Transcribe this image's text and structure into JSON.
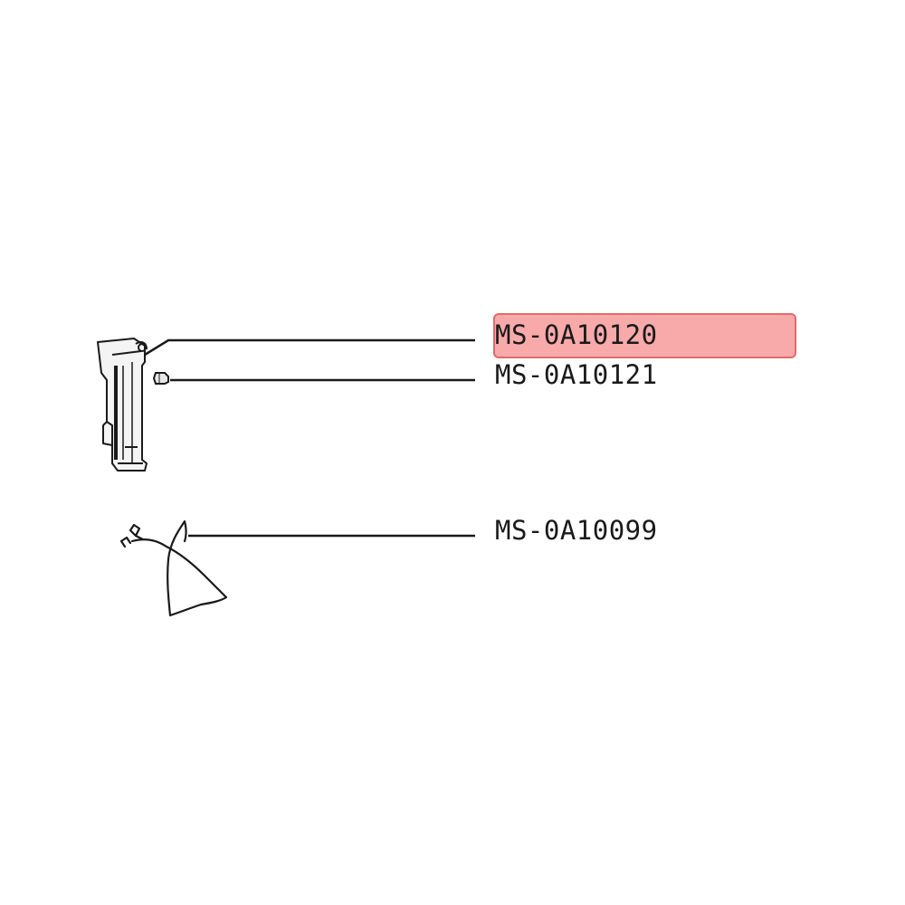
{
  "colors": {
    "line": "#1a1a1a",
    "highlight_fill": "#f8a9a9",
    "highlight_border": "#e06b6b",
    "background": "#ffffff"
  },
  "parts": [
    {
      "code": "MS-0A10120",
      "highlighted": true
    },
    {
      "code": "MS-0A10121",
      "highlighted": false
    },
    {
      "code": "MS-0A10099",
      "highlighted": false
    }
  ],
  "icons": {
    "part_a": "handle-bracket-icon",
    "part_b": "screw-icon",
    "part_c": "wire-harness-icon"
  }
}
